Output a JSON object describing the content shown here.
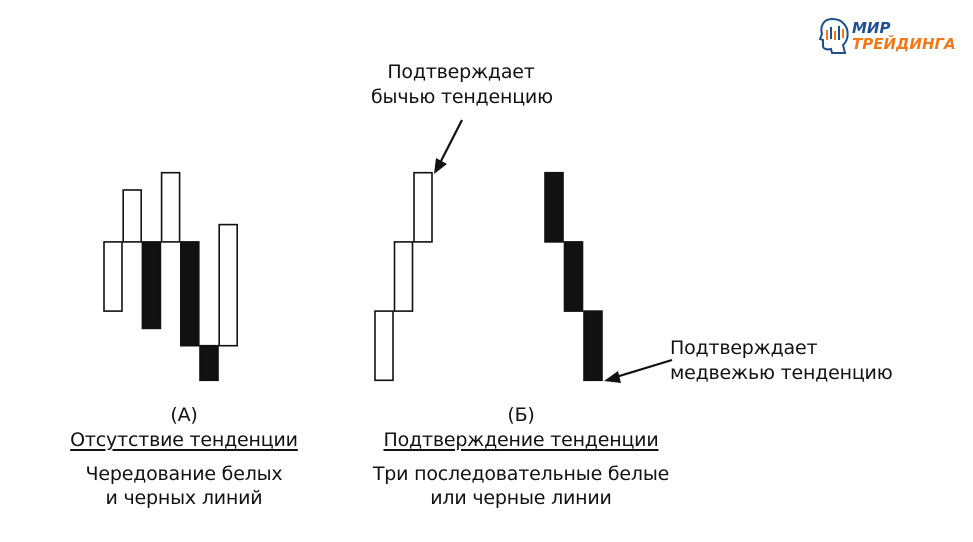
{
  "logo": {
    "line1": "МИР",
    "line2": "ТРЕЙДИНГА",
    "colors": {
      "blue": "#1f4f8f",
      "orange": "#f07a1a"
    }
  },
  "panel_a": {
    "label": "(А)",
    "title": "Отсутствие тенденции",
    "caption_line1": "Чередование белых",
    "caption_line2": "и черных линий",
    "lines": [
      {
        "color": "white",
        "low": 3,
        "high": 7
      },
      {
        "color": "white",
        "low": 7,
        "high": 10
      },
      {
        "color": "black",
        "low": 2,
        "high": 7
      },
      {
        "color": "white",
        "low": 7,
        "high": 11
      },
      {
        "color": "black",
        "low": 1,
        "high": 7
      },
      {
        "color": "black",
        "low": -1,
        "high": 1
      },
      {
        "color": "white",
        "low": 1,
        "high": 8
      }
    ]
  },
  "panel_b": {
    "label": "(Б)",
    "title": "Подтверждение тенденции",
    "caption_line1": "Три последовательные белые",
    "caption_line2": "или черные линии",
    "bull_lines": [
      {
        "color": "white",
        "low": -1,
        "high": 3
      },
      {
        "color": "white",
        "low": 3,
        "high": 7
      },
      {
        "color": "white",
        "low": 7,
        "high": 11
      }
    ],
    "bear_lines": [
      {
        "color": "black",
        "low": 7,
        "high": 11
      },
      {
        "color": "black",
        "low": 3,
        "high": 7
      },
      {
        "color": "black",
        "low": -1,
        "high": 3
      }
    ],
    "bull_annotation": {
      "line1": "Подтверждает",
      "line2": "бычью тенденцию"
    },
    "bear_annotation": {
      "line1": "Подтверждает",
      "line2": "медвежью тенденцию"
    }
  }
}
